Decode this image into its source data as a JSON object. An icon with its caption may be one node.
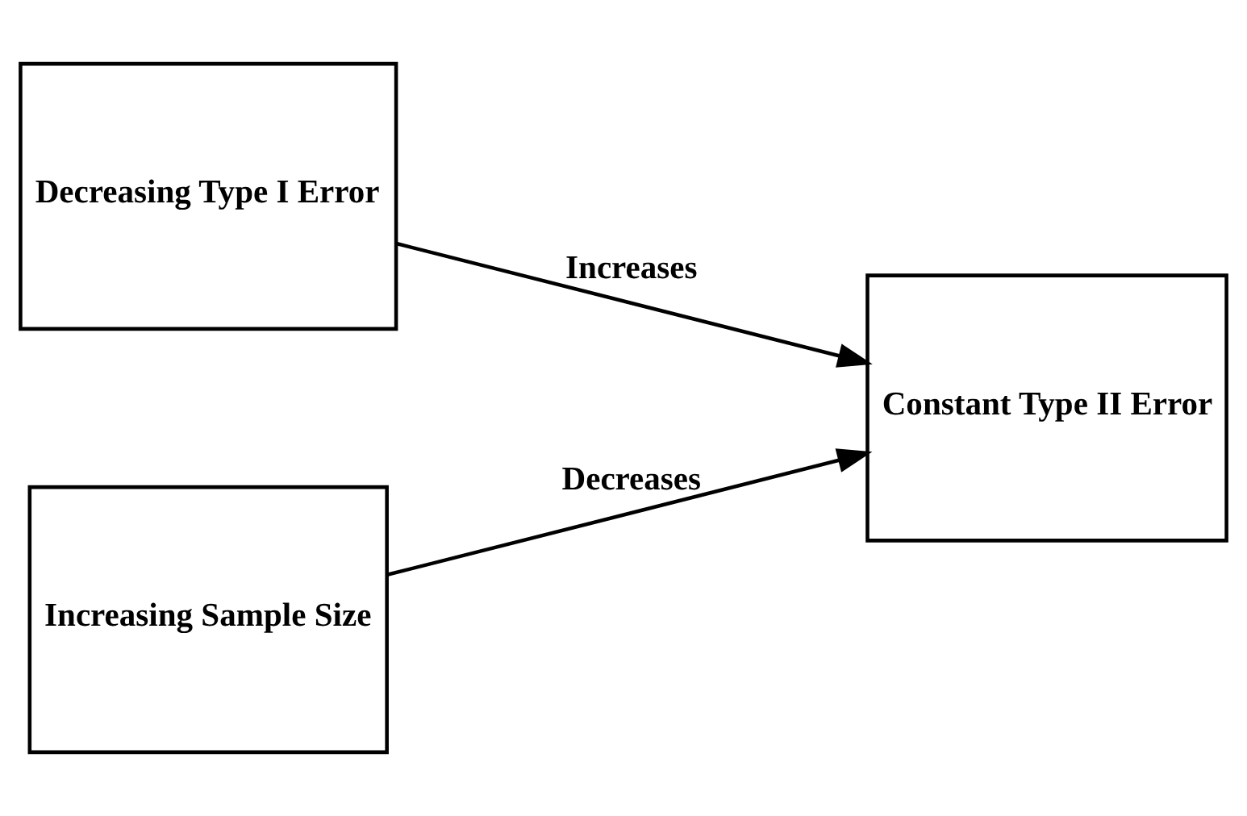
{
  "diagram": {
    "nodes": [
      {
        "text": [
          "Decreasing Type I Error"
        ]
      },
      {
        "text": [
          "Constant Type II Error"
        ]
      },
      {
        "text": [
          "Increasing Sample Size"
        ]
      }
    ],
    "edges": [
      {
        "from": 0,
        "to": 1,
        "arrow": "to",
        "label": "Increases"
      },
      {
        "from": 2,
        "to": 1,
        "arrow": "to",
        "label": "Decreases"
      }
    ]
  }
}
